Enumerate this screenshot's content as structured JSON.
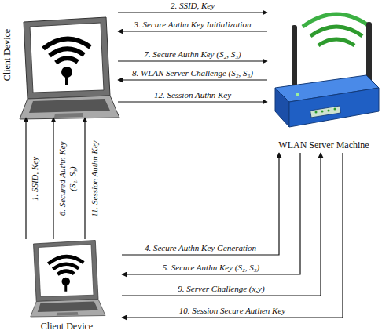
{
  "diagram": {
    "nodes": [
      {
        "text": [
          "Client Device"
        ]
      },
      {
        "text": [
          "WLAN Server Machine"
        ]
      },
      {
        "text": [
          "Client Device"
        ]
      }
    ],
    "edges": [
      {
        "from": 2,
        "to": 0,
        "arrow": "to",
        "label": "1. SSID, Key"
      },
      {
        "from": 0,
        "to": 1,
        "arrow": "to",
        "label": "2. SSID, Key"
      },
      {
        "from": 1,
        "to": 0,
        "arrow": "to",
        "label": "3. Secure Authn Key Initialization"
      },
      {
        "from": 2,
        "to": 1,
        "arrow": "to",
        "label": "4. Secure Authn Key Generation"
      },
      {
        "from": 1,
        "to": 2,
        "arrow": "to",
        "label": "5. Secure Authn Key (S₂, S₃)"
      },
      {
        "from": 2,
        "to": 0,
        "arrow": "to",
        "label": "6. Secured Authn Key (S₂, S₃)"
      },
      {
        "from": 0,
        "to": 1,
        "arrow": "to",
        "label": "7. Secure Authn Key (S₂, S₃)"
      },
      {
        "from": 1,
        "to": 0,
        "arrow": "to",
        "label": "8. WLAN Server Challenge (S₂, S₃)"
      },
      {
        "from": 2,
        "to": 1,
        "arrow": "to",
        "label": "9. Server Challenge (x,y)"
      },
      {
        "from": 1,
        "to": 2,
        "arrow": "to",
        "label": "10. Session Secure Authen Key"
      },
      {
        "from": 2,
        "to": 0,
        "arrow": "to",
        "label": "11. Session Authn Key"
      },
      {
        "from": 0,
        "to": 1,
        "arrow": "to",
        "label": "12. Session Authn Key"
      }
    ]
  }
}
